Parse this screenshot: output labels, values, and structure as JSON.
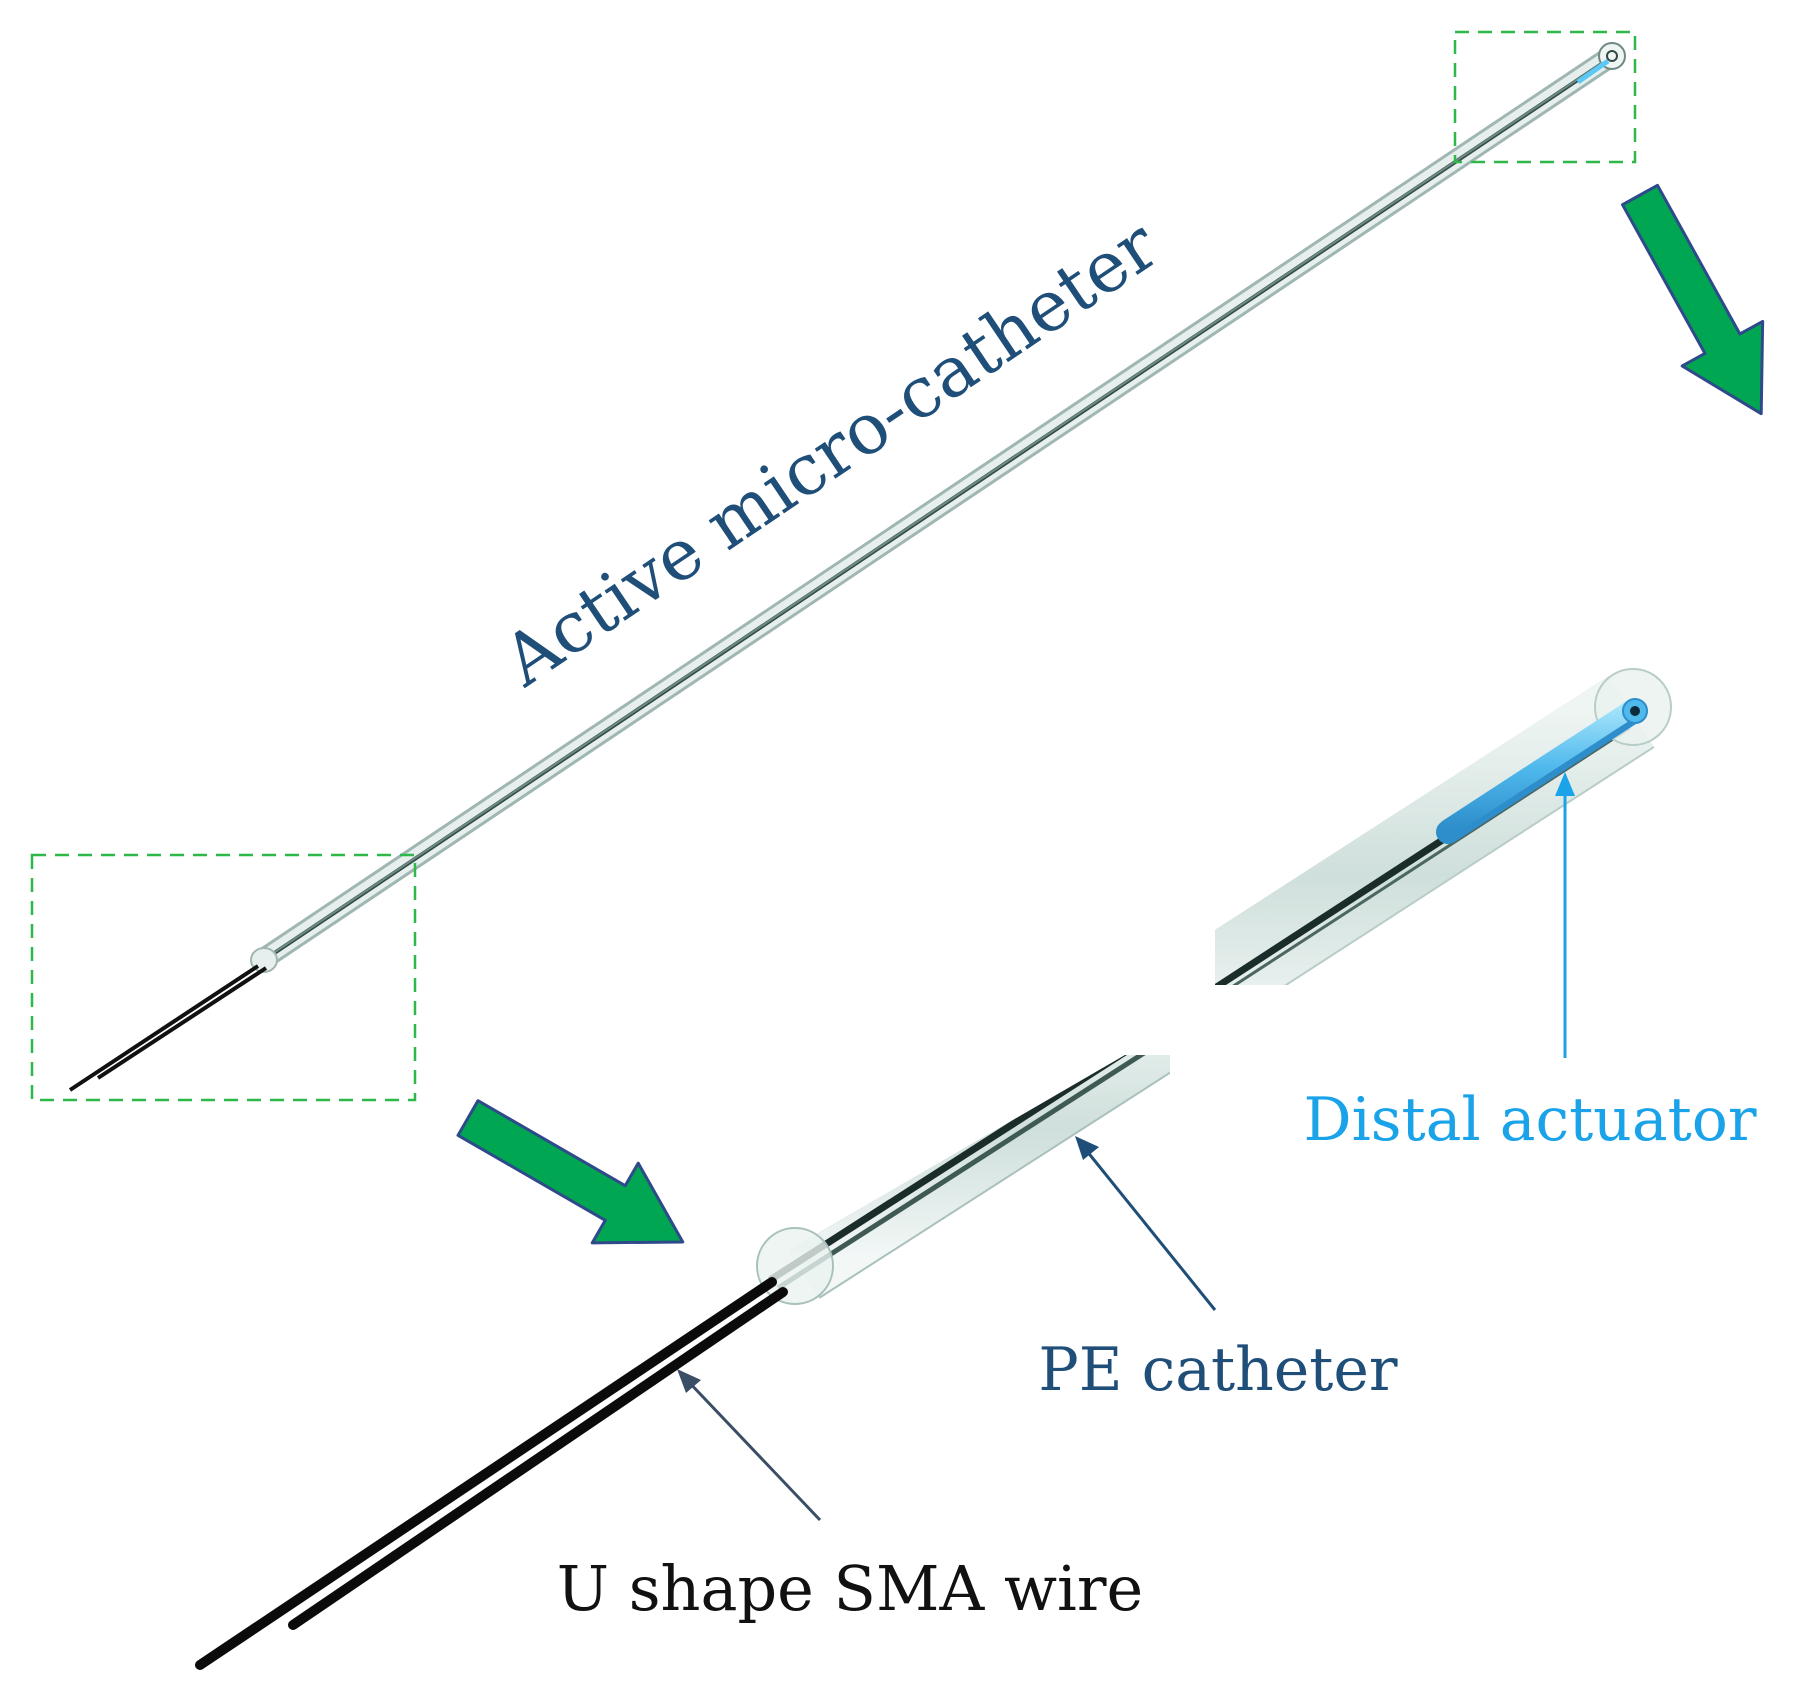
{
  "labels": {
    "main": "Active micro-catheter",
    "distal": "Distal actuator",
    "pe": "PE catheter",
    "sma": "U shape SMA wire"
  },
  "colors": {
    "title": "#1f4e79",
    "distal": "#1aa3e8",
    "pe": "#1f4e79",
    "sma": "#111111",
    "arrow_fill": "#00a651",
    "arrow_stroke": "#2e4a8a",
    "dashed_box": "#2eb84a",
    "wire": "#111111",
    "tube_fill": "#dbe8e5",
    "tube_edge": "#8aa6a2",
    "actuator": "#5bc8f5"
  }
}
